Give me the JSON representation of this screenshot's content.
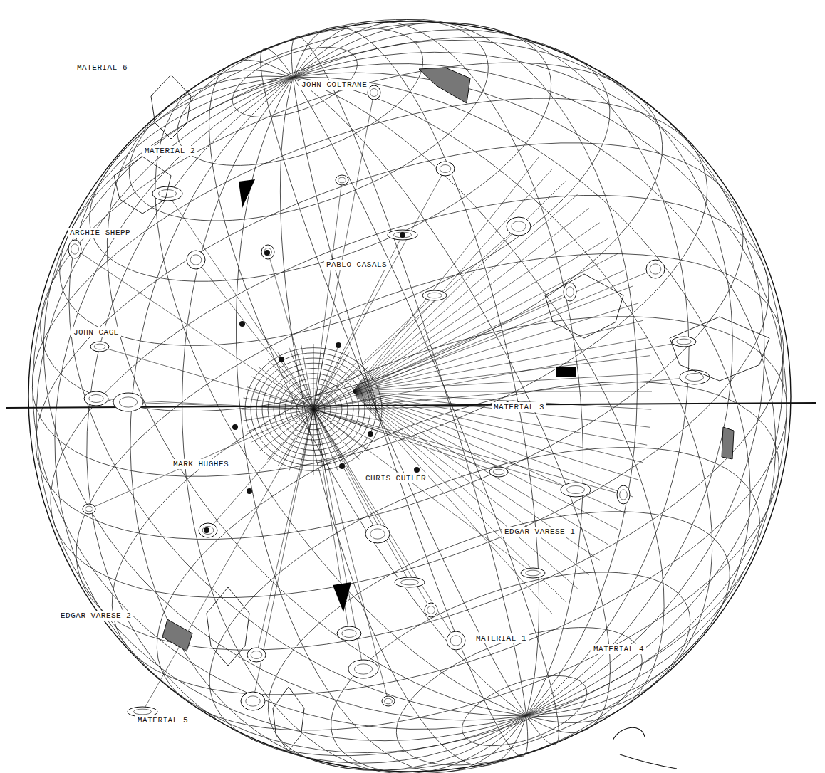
{
  "diagram": {
    "labels": [
      "MATERIAL 6",
      "MATERIAL 2",
      "JOHN COLTRANE",
      "JOHN CAGE",
      "ARCHIE SHEPP",
      "PABLO CASALS",
      "MATERIAL 3",
      "MARK HUGHES",
      "CHRIS CUTLER",
      "EDGAR VARESE 1",
      "EDGAR VARESE 2",
      "MATERIAL 5",
      "MATERIAL 1",
      "MATERIAL 4"
    ]
  }
}
